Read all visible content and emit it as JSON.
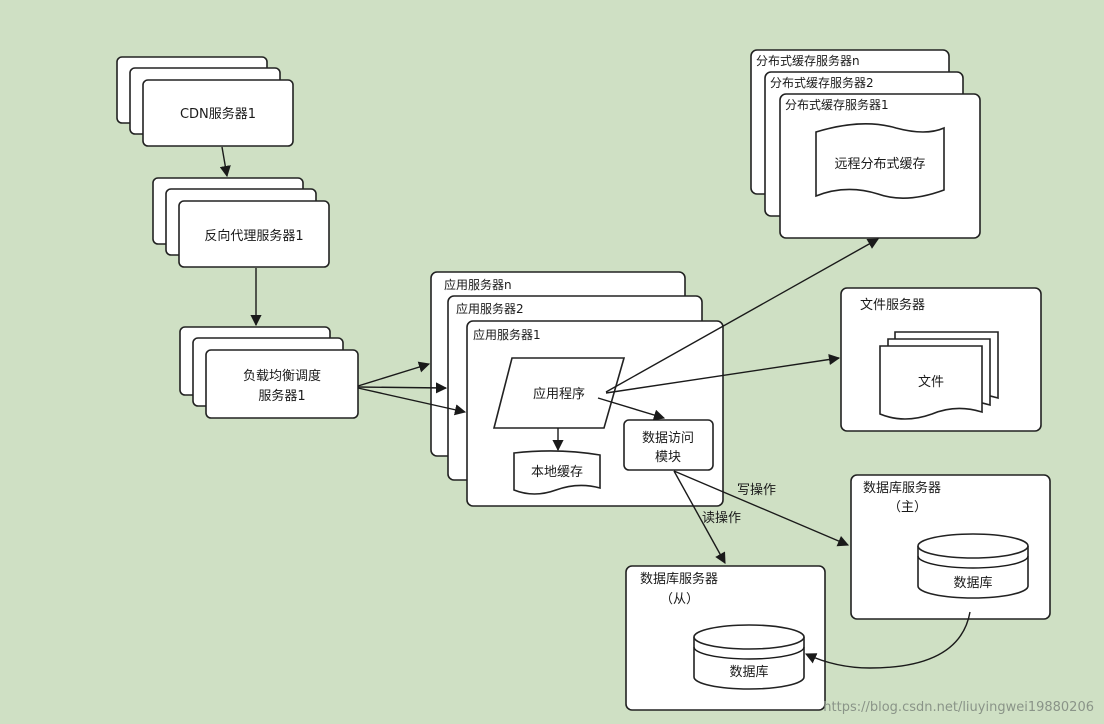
{
  "cdn": {
    "label": "CDN服务器1"
  },
  "reverse_proxy": {
    "label": "反向代理服务器1"
  },
  "load_balancer": {
    "line1": "负载均衡调度",
    "line2": "服务器1"
  },
  "app_servers": {
    "front": "应用服务器1",
    "middle": "应用服务器2",
    "back": "应用服务器n",
    "app_program": "应用程序",
    "local_cache": "本地缓存",
    "data_access_line1": "数据访问",
    "data_access_line2": "模块"
  },
  "cache_servers": {
    "front": "分布式缓存服务器1",
    "middle": "分布式缓存服务器2",
    "back": "分布式缓存服务器n",
    "remote_cache": "远程分布式缓存"
  },
  "file_server": {
    "title": "文件服务器",
    "file": "文件"
  },
  "db_master": {
    "title": "数据库服务器",
    "role": "（主）",
    "db": "数据库"
  },
  "db_slave": {
    "title": "数据库服务器",
    "role": "（从）",
    "db": "数据库"
  },
  "edges": {
    "write_op": "写操作",
    "read_op": "读操作"
  },
  "watermark": "https://blog.csdn.net/liuyingwei19880206"
}
